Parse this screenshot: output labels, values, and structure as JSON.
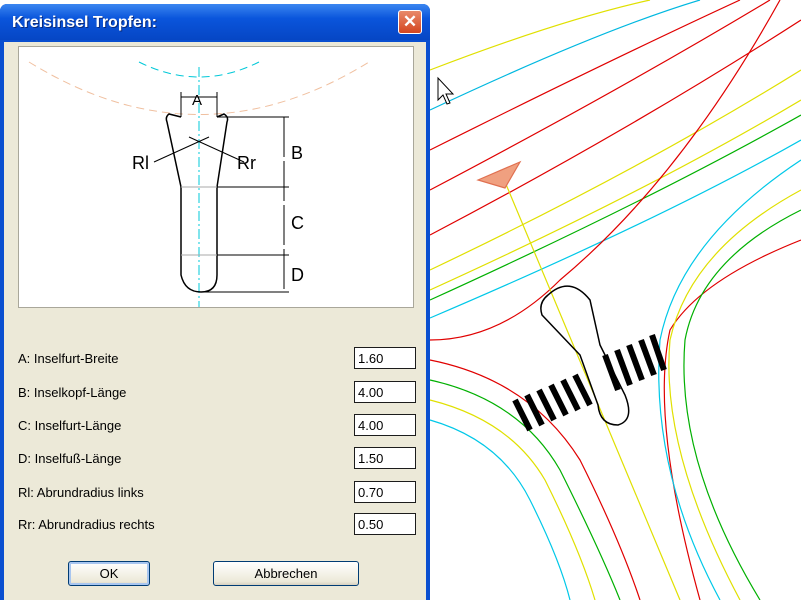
{
  "dialog": {
    "title": "Kreisinsel Tropfen:",
    "close_label": "✕",
    "diagram_labels": {
      "a": "A",
      "b": "B",
      "c": "C",
      "d": "D",
      "rl": "Rl",
      "rr": "Rr"
    },
    "fields": [
      {
        "label": "A: Inselfurt-Breite",
        "value": "1.60"
      },
      {
        "label": "B: Inselkopf-Länge",
        "value": "4.00"
      },
      {
        "label": "C: Inselfurt-Länge",
        "value": "4.00"
      },
      {
        "label": "D: Inselfuß-Länge",
        "value": "1.50"
      },
      {
        "label": "Rl: Abrundradius links",
        "value": "0.70"
      },
      {
        "label": "Rr: Abrundradius rechts",
        "value": "0.50"
      }
    ],
    "ok_label": "OK",
    "cancel_label": "Abbrechen"
  },
  "colors": {
    "title_bar": "#0a55dc",
    "dialog_bg": "#ece9d8",
    "close": "#d4451f"
  }
}
